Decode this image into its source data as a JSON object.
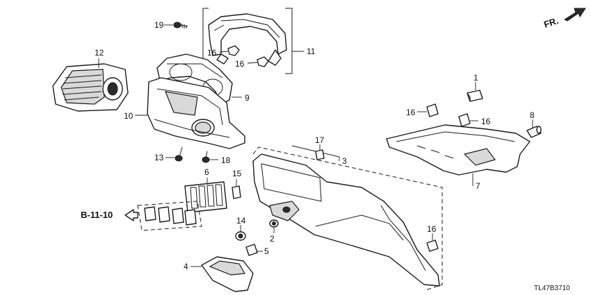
{
  "diagram": {
    "drawing_code": "TL47B3710",
    "reference": "B-11-10",
    "front_indicator": "FR.",
    "callouts": {
      "c1": "1",
      "c2": "2",
      "c3": "3",
      "c4": "4",
      "c5": "5",
      "c6": "6",
      "c7": "7",
      "c8": "8",
      "c9": "9",
      "c10": "10",
      "c11": "11",
      "c12": "12",
      "c13": "13",
      "c14": "14",
      "c15": "15",
      "c16a": "16",
      "c16b": "16",
      "c16c": "16",
      "c16d": "16",
      "c16e": "16",
      "c17": "17",
      "c18": "18",
      "c19": "19"
    }
  }
}
